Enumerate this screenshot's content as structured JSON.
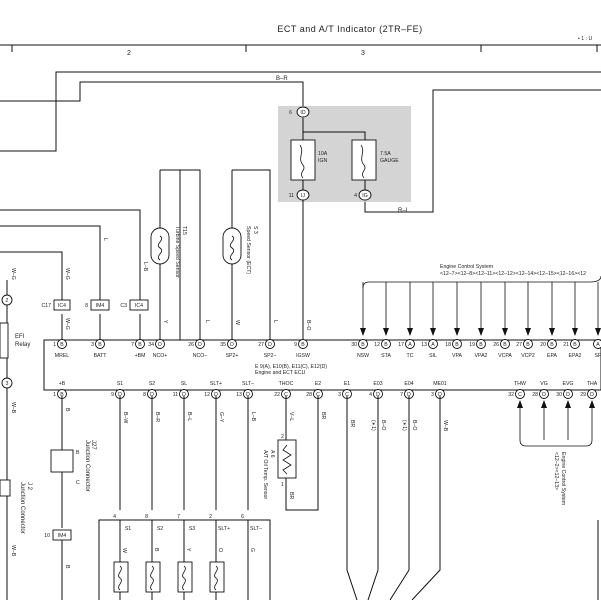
{
  "title": "ECT and A/T Indicator (2TR–FE)",
  "note": "• 1 : U",
  "zones": [
    "2",
    "3"
  ],
  "top_wire": "B–R",
  "junction_block": {
    "fuse_ign": [
      "10A",
      "IGN"
    ],
    "fuse_gauge": [
      "7.5A",
      "GAUGE"
    ],
    "pin_top": "6",
    "conn_top": "ID",
    "pin_bl": "11",
    "conn_bl": "IJ",
    "pin_br": "4",
    "conn_br": "IG"
  },
  "wire_rl": "R–L",
  "turbine_sensor": {
    "id": "T15",
    "name": "Turbine Speed Sensor"
  },
  "speed_sensor": {
    "id": "S 3",
    "name": "Speed Sensor (ECT)"
  },
  "efi_relay": {
    "id": "EFI",
    "name": "Relay"
  },
  "ecu": {
    "ref": "E 9(A), E10(B), E11(C), E12(D)",
    "name": "Engine and ECT ECU",
    "top_pins": [
      {
        "num": "1",
        "conn": "B",
        "label": "MREL",
        "wire": "W–G",
        "conn_box": "IC4",
        "conn_num": "C17"
      },
      {
        "num": "3",
        "conn": "B",
        "label": "BATT",
        "wire": "L",
        "conn_box": "IM4",
        "conn_num": "8"
      },
      {
        "num": "7",
        "conn": "B",
        "label": "+BM",
        "wire": "L–B",
        "conn_box": "IC4",
        "conn_num": "C3"
      },
      {
        "num": "34",
        "conn": "D",
        "label": "NCO+",
        "wire": "Y"
      },
      {
        "num": "26",
        "conn": "D",
        "label": "NCO–",
        "wire": "L"
      },
      {
        "num": "35",
        "conn": "D",
        "label": "SP2+",
        "wire": "W"
      },
      {
        "num": "27",
        "conn": "D",
        "label": "SP2–",
        "wire": "L"
      },
      {
        "num": "9",
        "conn": "B",
        "label": "IGSW",
        "wire": "B–O"
      },
      {
        "num": "30",
        "conn": "B",
        "label": "NSW"
      },
      {
        "num": "12",
        "conn": "B",
        "label": "STA"
      },
      {
        "num": "17",
        "conn": "A",
        "label": "TC"
      },
      {
        "num": "13",
        "conn": "A",
        "label": "SIL"
      },
      {
        "num": "18",
        "conn": "B",
        "label": "VPA"
      },
      {
        "num": "19",
        "conn": "B",
        "label": "VPA2"
      },
      {
        "num": "26",
        "conn": "B",
        "label": "VCPA"
      },
      {
        "num": "27",
        "conn": "B",
        "label": "VCP2"
      },
      {
        "num": "20",
        "conn": "B",
        "label": "EPA"
      },
      {
        "num": "21",
        "conn": "B",
        "label": "EPA2"
      },
      {
        "num": "",
        "conn": "A",
        "label": "SP"
      }
    ],
    "bottom_pins": [
      {
        "num": "1",
        "conn": "B",
        "label": "+B",
        "wire": "B"
      },
      {
        "num": "9",
        "conn": "D",
        "label": "S1",
        "wire": "B–W"
      },
      {
        "num": "8",
        "conn": "D",
        "label": "S2",
        "wire": "B–R"
      },
      {
        "num": "11",
        "conn": "D",
        "label": "SL",
        "wire": "B–L"
      },
      {
        "num": "12",
        "conn": "D",
        "label": "SLT+",
        "wire": "G–Y"
      },
      {
        "num": "13",
        "conn": "D",
        "label": "SLT–",
        "wire": "L–B"
      },
      {
        "num": "22",
        "conn": "C",
        "label": "THOC",
        "wire": "V–L"
      },
      {
        "num": "28",
        "conn": "C",
        "label": "E2",
        "wire": "BR"
      },
      {
        "num": "3",
        "conn": "C",
        "label": "E1",
        "wire": "BR"
      },
      {
        "num": "4",
        "conn": "D",
        "label": "E03",
        "wire": "(∗1)"
      },
      {
        "num": "7",
        "conn": "D",
        "label": "E04",
        "wire": "(∗1)"
      },
      {
        "num": "3",
        "conn": "D",
        "label": "ME01",
        "wire": "W–B"
      },
      {
        "num": "32",
        "conn": "C",
        "label": "THW"
      },
      {
        "num": "28",
        "conn": "D",
        "label": "VG"
      },
      {
        "num": "30",
        "conn": "D",
        "label": "EVG"
      },
      {
        "num": "29",
        "conn": "D",
        "label": "THA"
      }
    ]
  },
  "engine_control_top": {
    "name": "Engine Control System",
    "refs": "<12–7><12–8><12–11><12–12><12–14><12–15><12–16><12"
  },
  "engine_control_side": {
    "name": "Engine Control System",
    "refs": "<12–2><12–13>"
  },
  "temp_sensor": {
    "id": "A 6",
    "name": "A/T Oil Temp. Sensor",
    "pins": [
      "2",
      "1"
    ],
    "wire": "BR"
  },
  "junction_connector": {
    "id": "J27",
    "name": "Junction Connector",
    "pins": [
      "B",
      "C"
    ]
  },
  "junction_connector2": {
    "id": "J 2",
    "name": "Junction Connector"
  },
  "connector_im4": {
    "num": "10",
    "box": "IM4",
    "wire": "B"
  },
  "left_wires": {
    "left_mid": "W–B",
    "left_lower": "W–B",
    "wg": "W–G",
    "relay_pins": [
      "2",
      "3"
    ]
  },
  "solenoid_box": {
    "pins": [
      "4",
      "8",
      "7",
      "2",
      "6"
    ],
    "labels": [
      "S1",
      "S2",
      "S3",
      "SLT+",
      "SLT–"
    ],
    "wires": [
      "W",
      "B",
      "Y",
      "O",
      "G"
    ]
  }
}
